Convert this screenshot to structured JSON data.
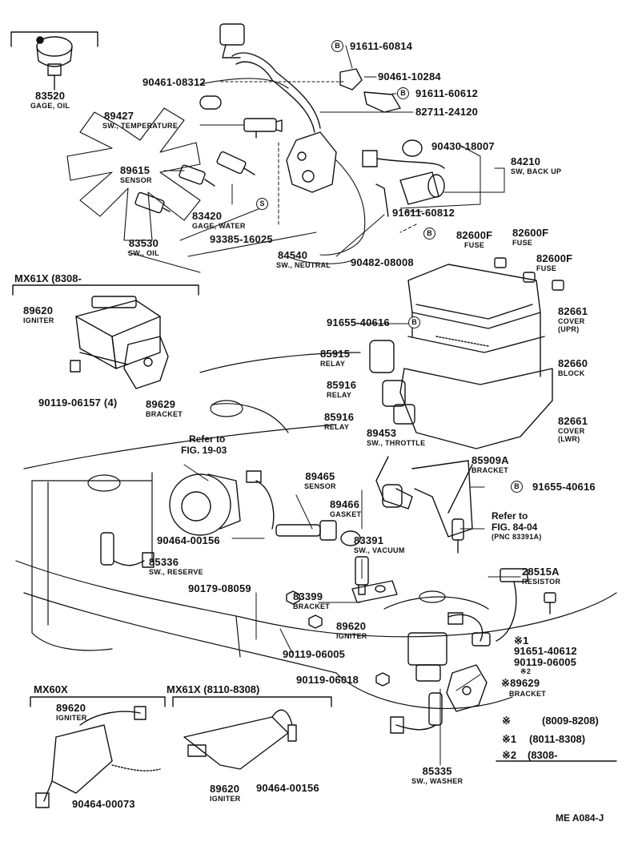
{
  "labels": {
    "p83520": {
      "pn": "83520",
      "nm": "GAGE, OIL"
    },
    "p90461a": {
      "pn": "90461-08312"
    },
    "p89427": {
      "pn": "89427",
      "nm": "SW., TEMPERATURE"
    },
    "p89615": {
      "pn": "89615",
      "nm": "SENSOR"
    },
    "p83420": {
      "pn": "83420",
      "nm": "GAGE, WATER"
    },
    "p83530": {
      "pn": "83530",
      "nm": "SW., OIL"
    },
    "p93385": {
      "pn": "93385-16025"
    },
    "p84540": {
      "pn": "84540",
      "nm": "SW., NEUTRAL"
    },
    "p91611a": {
      "pn": "91611-60814"
    },
    "p90461b": {
      "pn": "90461-10284"
    },
    "p91611b": {
      "pn": "91611-60612"
    },
    "p82711": {
      "pn": "82711-24120"
    },
    "p90430": {
      "pn": "90430-18007"
    },
    "p84210": {
      "pn": "84210",
      "nm": "SW, BACK UP"
    },
    "p91611c": {
      "pn": "91611-60812"
    },
    "p90482": {
      "pn": "90482-08008"
    },
    "p82600a": {
      "pn": "82600F",
      "nm": "FUSE"
    },
    "p82600b": {
      "pn": "82600F",
      "nm": "FUSE"
    },
    "p82600c": {
      "pn": "82600F",
      "nm": "FUSE"
    },
    "p82661u": {
      "pn": "82661",
      "nm": "COVER",
      "nm2": "(UPR)"
    },
    "p91655a": {
      "pn": "91655-40616"
    },
    "p85915": {
      "pn": "85915",
      "nm": "RELAY"
    },
    "p82660": {
      "pn": "82660",
      "nm": "BLOCK"
    },
    "p85916a": {
      "pn": "85916",
      "nm": "RELAY"
    },
    "p85916b": {
      "pn": "85916",
      "nm": "RELAY"
    },
    "p82661l": {
      "pn": "82661",
      "nm": "COVER",
      "nm2": "(LWR)"
    },
    "p89453": {
      "pn": "89453",
      "nm": "SW., THROTTLE"
    },
    "p89620a": {
      "pn": "89620",
      "nm": "IGNITER"
    },
    "p90119a": {
      "pn": "90119-06157 (4)"
    },
    "p89629a": {
      "pn": "89629",
      "nm": "BRACKET"
    },
    "p89465": {
      "pn": "89465",
      "nm": "SENSOR"
    },
    "p85909": {
      "pn": "85909A",
      "nm": "BRACKET"
    },
    "p91655b": {
      "pn": "91655-40616"
    },
    "p89466": {
      "pn": "89466",
      "nm": "GASKET"
    },
    "p83391": {
      "pn": "83391",
      "nm": "SW., VACUUM"
    },
    "p90464a": {
      "pn": "90464-00156"
    },
    "p85336": {
      "pn": "85336",
      "nm": "SW., RESERVE"
    },
    "p90179": {
      "pn": "90179-08059"
    },
    "p83399": {
      "pn": "83399",
      "nm": "BRACKET"
    },
    "p28515": {
      "pn": "28515A",
      "nm": "RESISTOR"
    },
    "p89620b": {
      "pn": "89620",
      "nm": "IGNITER"
    },
    "p90119b": {
      "pn": "90119-06005"
    },
    "p91651": {
      "pn": "91651-40612"
    },
    "p90119c": {
      "pn": "90119-06005"
    },
    "p90119d": {
      "pn": "90119-06018"
    },
    "p89629b": {
      "pn": "89629",
      "nm": "BRACKET"
    },
    "p89620c": {
      "pn": "89620",
      "nm": "IGNITER"
    },
    "p90464b": {
      "pn": "90464-00073"
    },
    "p89620d": {
      "pn": "89620",
      "nm": "IGNITER"
    },
    "p90464c": {
      "pn": "90464-00156"
    },
    "p85335": {
      "pn": "85335",
      "nm": "SW., WASHER"
    }
  },
  "sections": {
    "mx61x_top": "MX61X (8308-",
    "mx60x": "MX60X",
    "mx61x_bottom": "MX61X (8110-8308)"
  },
  "refs": {
    "fig19": {
      "line1": "Refer to",
      "line2": "FIG. 19-03"
    },
    "fig84": {
      "line1": "Refer to",
      "line2": "FIG. 84-04",
      "line3": "(PNC 83391A)"
    }
  },
  "callouts": {
    "b": "B",
    "s": "S"
  },
  "marks": {
    "x1": "※1",
    "x2": "※2",
    "x": "※"
  },
  "legend": [
    {
      "mark": "※",
      "range": "(8009-8208)"
    },
    {
      "mark": "※1",
      "range": "(8011-8308)"
    },
    {
      "mark": "※2",
      "range": "(8308-"
    }
  ],
  "footer": {
    "code": "ME A084-J"
  }
}
